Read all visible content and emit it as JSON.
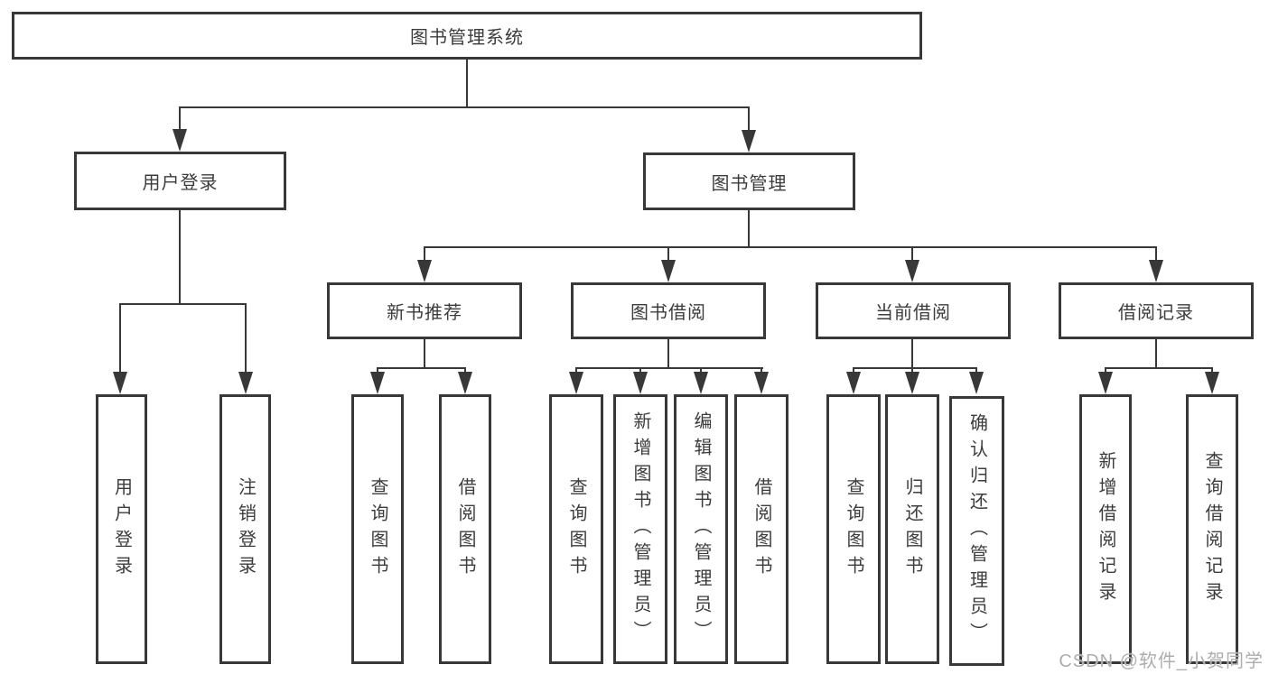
{
  "root": {
    "label": "图书管理系统"
  },
  "user_branch": {
    "label": "用户登录",
    "children": [
      {
        "label": "用户登录"
      },
      {
        "label": "注销登录"
      }
    ]
  },
  "book_branch": {
    "label": "图书管理",
    "sections": [
      {
        "label": "新书推荐",
        "children": [
          {
            "label": "查询图书"
          },
          {
            "label": "借阅图书"
          }
        ]
      },
      {
        "label": "图书借阅",
        "children": [
          {
            "label": "查询图书"
          },
          {
            "label": "新增图书（管理员）"
          },
          {
            "label": "编辑图书（管理员）"
          },
          {
            "label": "借阅图书"
          }
        ]
      },
      {
        "label": "当前借阅",
        "children": [
          {
            "label": "查询图书"
          },
          {
            "label": "归还图书"
          },
          {
            "label": "确认归还（管理员）"
          }
        ]
      },
      {
        "label": "借阅记录",
        "children": [
          {
            "label": "新增借阅记录"
          },
          {
            "label": "查询借阅记录"
          }
        ]
      }
    ]
  },
  "watermark": "CSDN @软件_小贺同学",
  "colors": {
    "line": "#383838",
    "text": "#3c3c3c",
    "background": "#ffffff",
    "watermark": "#adadad"
  }
}
